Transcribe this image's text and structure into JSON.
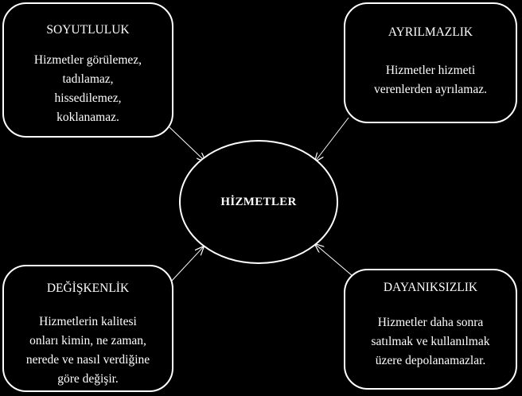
{
  "center": {
    "label": "HİZMETLER"
  },
  "boxes": {
    "soyutluluk": {
      "title": "SOYUTLULUK",
      "lines": [
        "Hizmetler görülemez,",
        "tadılamaz,",
        "hissedilemez,",
        "koklanamaz."
      ]
    },
    "ayrilmazlik": {
      "title": "AYRILMAZLIK",
      "lines": [
        "Hizmetler hizmeti",
        "verenlerden ayrılamaz."
      ]
    },
    "degiskenlik": {
      "title": "DEĞİŞKENLİK",
      "lines": [
        "Hizmetlerin kalitesi",
        "onları kimin, ne zaman,",
        "nerede ve nasıl verdiğine",
        "göre değişir."
      ]
    },
    "dayaniksizlik": {
      "title": "DAYANIKSIZLIK",
      "lines": [
        "Hizmetler daha sonra",
        "satılmak ve kullanılmak",
        "üzere depolanamazlar."
      ]
    }
  },
  "colors": {
    "background": "#000000",
    "foreground": "#ffffff"
  }
}
